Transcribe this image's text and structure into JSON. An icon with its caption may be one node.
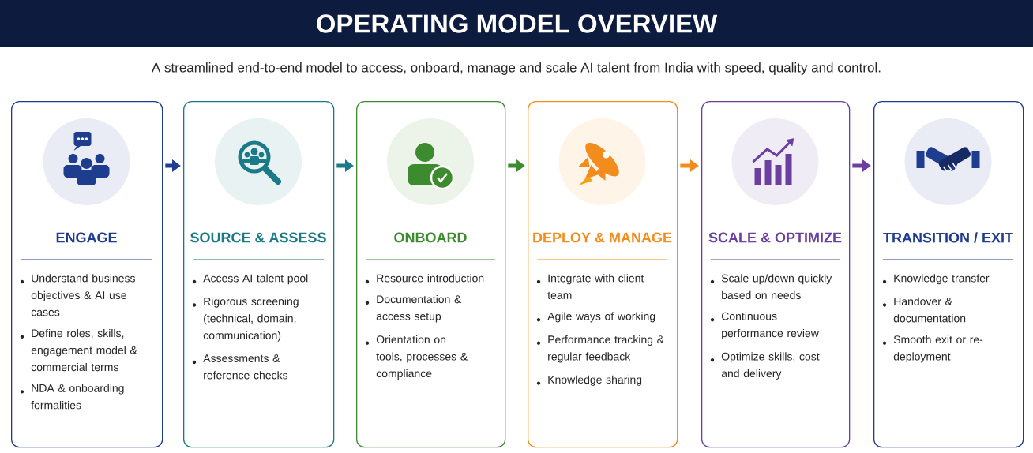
{
  "diagram": {
    "title": "OPERATING MODEL OVERVIEW",
    "caption": "A streamlined end-to-end model to access, onboard, manage and scale AI talent from India with speed, quality and control.",
    "nodes": [
      {
        "text": [
          "ENGAGE",
          "Understand business objectives & AI use cases",
          "Define roles, skills, engagement model & commercial terms",
          "NDA & onboarding formalities"
        ]
      },
      {
        "text": [
          "SOURCE & ASSESS",
          "Access AI talent pool",
          "Rigorous screening (technical, domain, communication)",
          "Assessments & reference checks"
        ]
      },
      {
        "text": [
          "ONBOARD",
          "Resource introduction",
          "Documentation & access setup",
          "Orientation on tools, processes & compliance"
        ]
      },
      {
        "text": [
          "DEPLOY & MANAGE",
          "Integrate with client team",
          "Agile ways of working",
          "Performance tracking & regular feedback",
          "Knowledge sharing"
        ]
      },
      {
        "text": [
          "SCALE & OPTIMIZE",
          "Scale up/down quickly based on needs",
          "Continuous performance review",
          "Optimize skills, cost and delivery"
        ]
      },
      {
        "text": [
          "TRANSITION / EXIT",
          "Knowledge transfer",
          "Handover & documentation",
          "Smooth exit or re-deployment"
        ]
      }
    ],
    "edges": [
      {
        "from": 0,
        "to": 1,
        "arrow": "to",
        "color": "#1f3d8f"
      },
      {
        "from": 1,
        "to": 2,
        "arrow": "to",
        "color": "#1b7a87"
      },
      {
        "from": 2,
        "to": 3,
        "arrow": "to",
        "color": "#3d8b2f"
      },
      {
        "from": 3,
        "to": 4,
        "arrow": "to",
        "color": "#f28c1c"
      },
      {
        "from": 4,
        "to": 5,
        "arrow": "to",
        "color": "#6b3fa0"
      }
    ]
  }
}
